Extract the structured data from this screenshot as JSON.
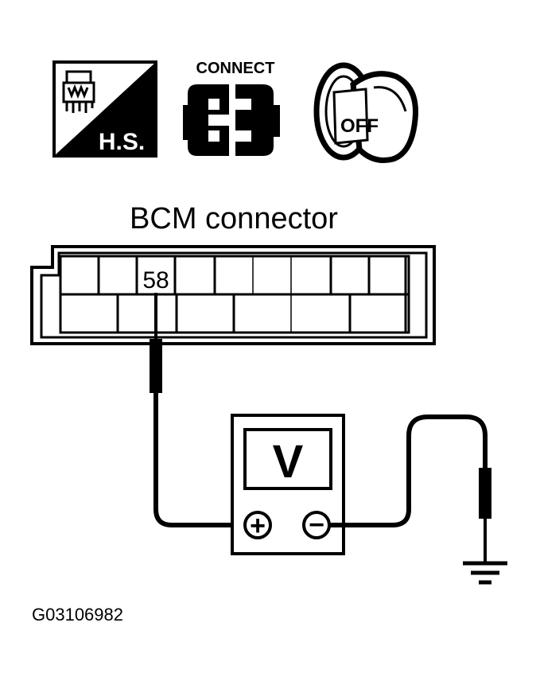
{
  "icons": {
    "harness_badge": "H.S.",
    "connect_label": "CONNECT",
    "ignition_state": "OFF"
  },
  "connector": {
    "title": "BCM connector",
    "terminal": "58"
  },
  "meter": {
    "symbol": "V",
    "positive": "+",
    "negative": "−"
  },
  "figure_id": "G03106982"
}
